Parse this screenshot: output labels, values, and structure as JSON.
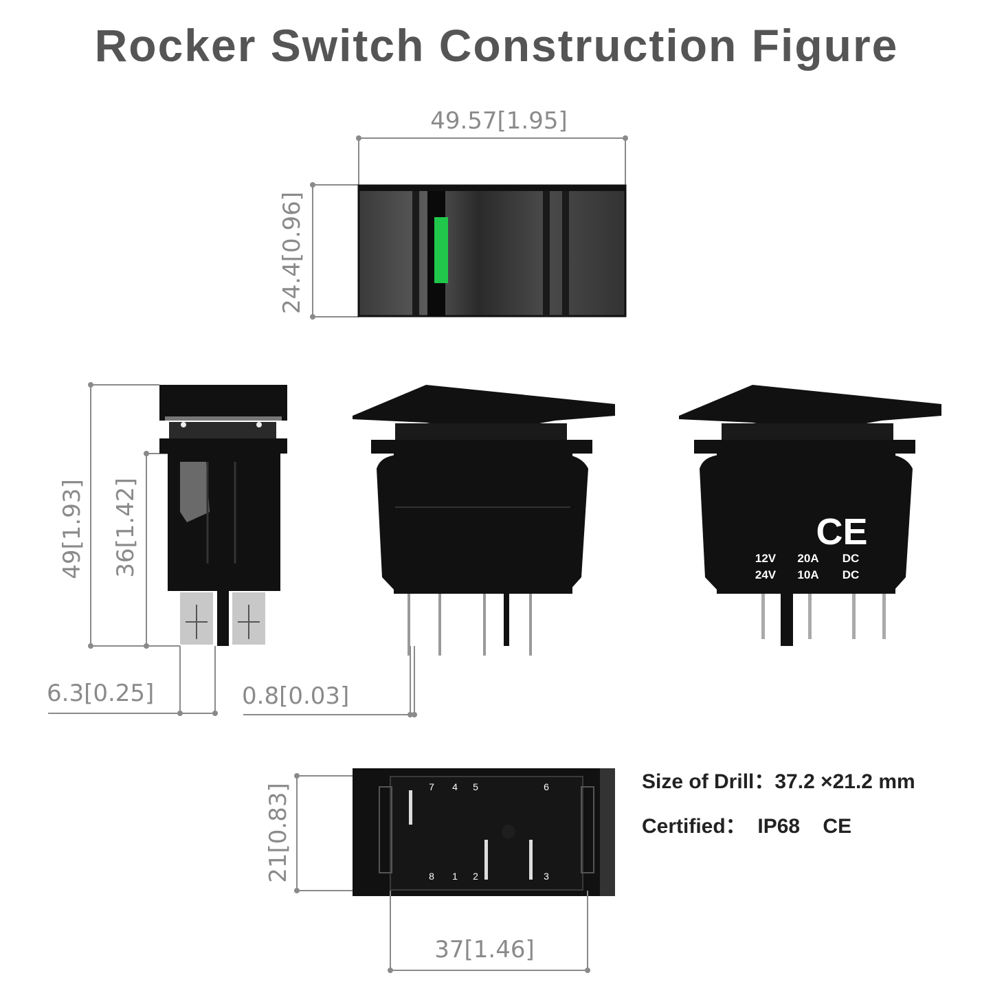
{
  "title": "Rocker Switch Construction Figure",
  "dimensions": {
    "top_width": "49.57[1.95]",
    "top_height": "24.4[0.96]",
    "side_total_height": "49[1.93]",
    "side_body_height": "36[1.42]",
    "terminal_width": "6.3[0.25]",
    "terminal_thickness": "0.8[0.03]",
    "bottom_height": "21[0.83]",
    "bottom_width": "37[1.46]"
  },
  "specs": {
    "drill": "Size of Drill：37.2 ×21.2 mm",
    "certified": "Certified：  IP68    CE"
  },
  "markings": {
    "ce_mark": "CE",
    "rating_row1": [
      "12V",
      "20A",
      "DC"
    ],
    "rating_row2": [
      "24V",
      "10A",
      "DC"
    ],
    "pins_top": [
      "7",
      "4",
      "5",
      "6"
    ],
    "pins_bottom": [
      "8",
      "1",
      "2",
      "3"
    ]
  },
  "colors": {
    "indicator": "#1fc84a",
    "body": "#111111",
    "dimension": "#8a8a8a",
    "title": "#555555"
  }
}
